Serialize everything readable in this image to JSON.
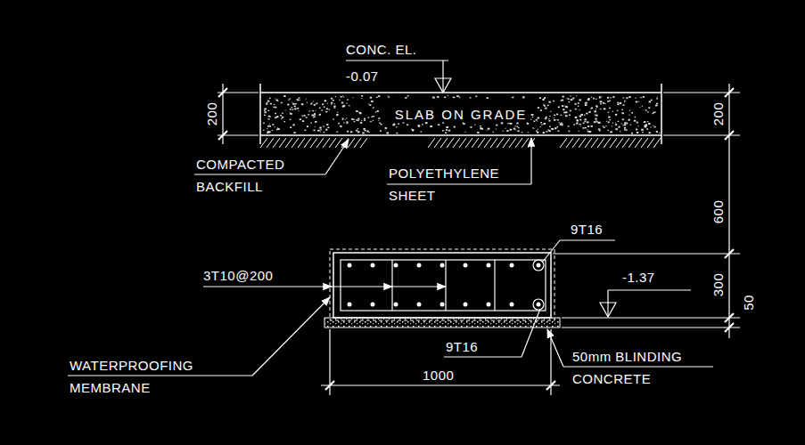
{
  "diagram": {
    "nodes": [
      {
        "text": [
          "SLAB ON GRADE"
        ]
      }
    ],
    "labels": [
      "CONC. EL.",
      "-0.07",
      "200",
      "200",
      "COMPACTED BACKFILL",
      "POLYETHYLENE SHEET",
      "600",
      "9T16",
      "3T10@200",
      "-1.37",
      "300",
      "50",
      "9T16",
      "WATERPROOFING MEMBRANE",
      "50mm BLINDING CONCRETE",
      "1000"
    ]
  }
}
